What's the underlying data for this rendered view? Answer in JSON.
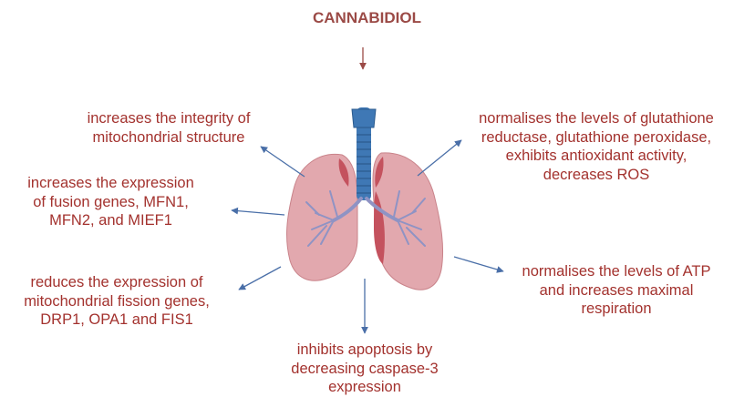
{
  "title": "CANNABIDIOL",
  "colors": {
    "text": "#a3322e",
    "arrow_title": "#9b4a46",
    "arrow": "#4a6fa8",
    "lung_fill": "#e2a8ae",
    "lung_dark": "#c4525e",
    "trachea": "#3f78b5",
    "bronchi": "#8f93c4"
  },
  "icons": [
    "lungs-icon"
  ],
  "effects": {
    "top_left": [
      "increases the integrity of",
      "mitochondrial structure"
    ],
    "mid_left": [
      "increases the expression",
      "of fusion genes, MFN1,",
      "MFN2, and MIEF1"
    ],
    "bottom_left": [
      "reduces the expression of",
      "mitochondrial fission genes,",
      "DRP1, OPA1 and FIS1"
    ],
    "bottom": [
      "inhibits apoptosis by",
      "decreasing caspase-3",
      "expression"
    ],
    "top_right": [
      "normalises the levels of glutathione",
      "reductase, glutathione peroxidase,",
      "exhibits antioxidant activity,",
      "decreases ROS"
    ],
    "mid_right": [
      "normalises the levels of ATP",
      "and increases maximal",
      "respiration"
    ]
  }
}
